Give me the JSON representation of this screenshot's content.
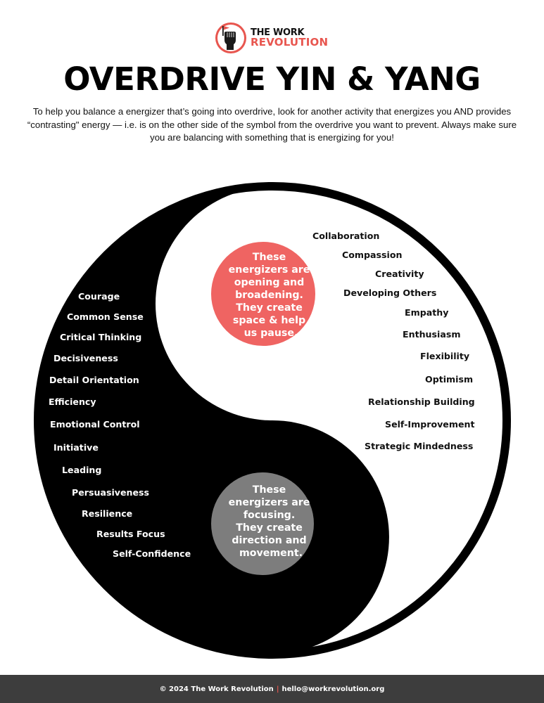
{
  "logo": {
    "line1": "THE WORK",
    "line2": "REVOLUTION",
    "icon": "raised-fist-flag-icon",
    "accent": "#e8564f"
  },
  "title": "OVERDRIVE YIN & YANG",
  "intro": "To help you balance a energizer that’s going into overdrive, look for another activity that energizes you AND provides “contrasting\" energy — i.e. is on the other side of the symbol from the overdrive you want to prevent. Always make sure you are balancing with something that is energizing for you!",
  "yang": {
    "circle_text": [
      "These",
      "energizers are",
      "opening and",
      "broadening.",
      "They create",
      "space & help",
      "us pause."
    ],
    "circle_color": "#ef6462",
    "energizers": [
      "Collaboration",
      "Compassion",
      "Creativity",
      "Developing Others",
      "Empathy",
      "Enthusiasm",
      "Flexibility",
      "Optimism",
      "Relationship Building",
      "Self-Improvement",
      "Strategic Mindedness"
    ]
  },
  "yin": {
    "circle_text": [
      "These",
      "energizers are",
      "focusing.",
      "They create",
      "direction and",
      "movement."
    ],
    "circle_color": "#7d7d7d",
    "energizers": [
      "Courage",
      "Common Sense",
      "Critical Thinking",
      "Decisiveness",
      "Detail Orientation",
      "Efficiency",
      "Emotional Control",
      "Initiative",
      "Leading",
      "Persuasiveness",
      "Resilience",
      "Results Focus",
      "Self-Confidence"
    ]
  },
  "footer": {
    "copyright": "© 2024 The Work Revolution",
    "separator": "|",
    "email": "hello@workrevolution.org",
    "background": "#3d3d3d"
  }
}
